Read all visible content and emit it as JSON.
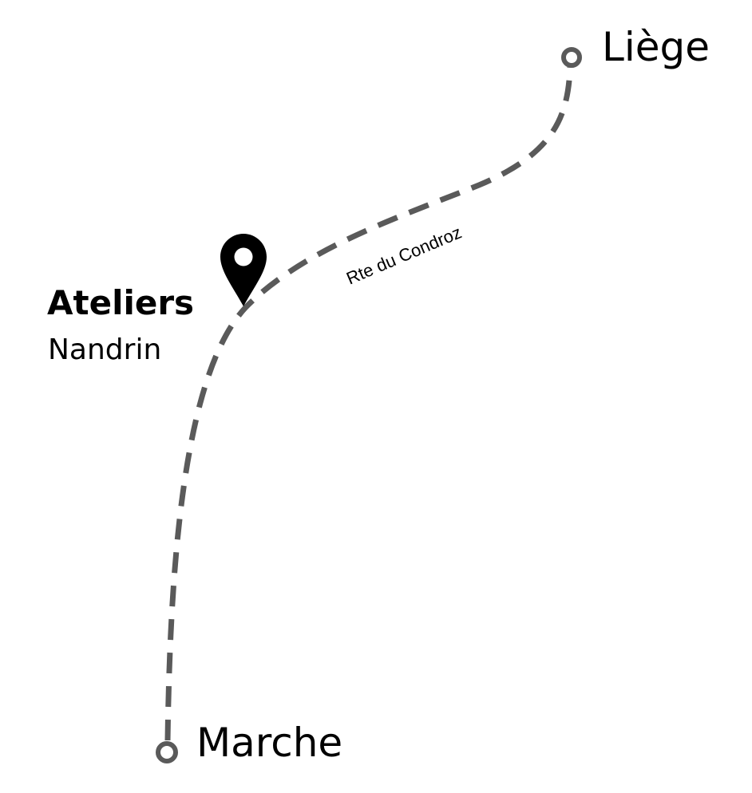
{
  "route": {
    "name": "Rte du Condroz",
    "color": "#5a5a5a"
  },
  "places": {
    "start": "Liège",
    "end": "Marche"
  },
  "marker": {
    "icon": "map-pin-icon",
    "title": "Ateliers",
    "subtitle": "Nandrin",
    "color": "#000000"
  }
}
